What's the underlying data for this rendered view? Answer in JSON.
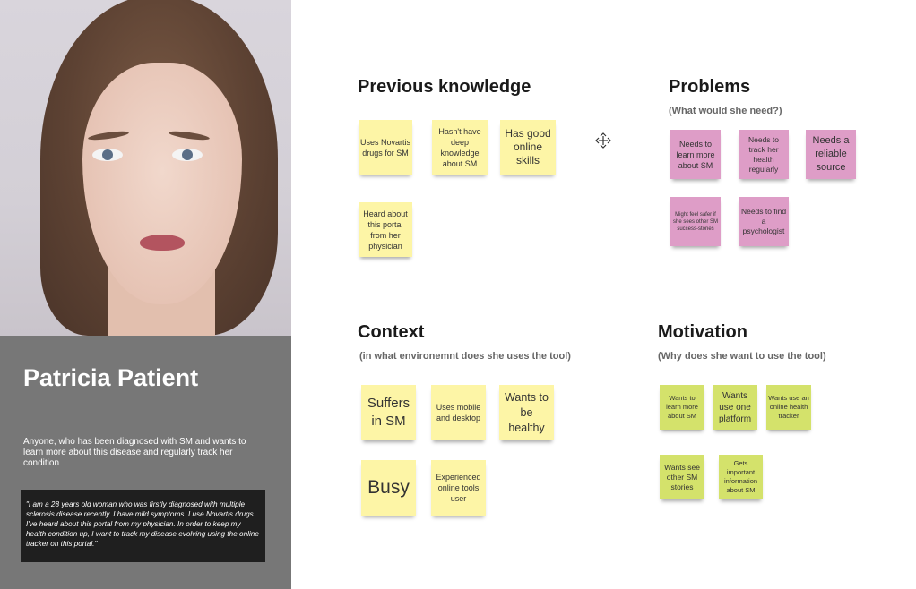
{
  "persona": {
    "name": "Patricia Patient",
    "description": "Anyone, who has been diagnosed with SM and wants to learn more about this disease and regularly track her condition",
    "quote": "\"I am a 28 years old woman who was firstly diagnosed with multiple sclerosis disease recently. I have mild symptoms. I use Novartis drugs. I've heard about this portal from my physician. In order to keep my health condition up, I want to track my disease evolving using the online tracker on this portal.\""
  },
  "sections": {
    "previous_knowledge": {
      "title": "Previous knowledge",
      "notes": [
        "Uses Novartis drugs for SM",
        "Hasn't have deep knowledge about SM",
        "Has good online skills",
        "Heard about this portal from her physician"
      ]
    },
    "problems": {
      "title": "Problems",
      "subtitle": "(What would she need?)",
      "notes": [
        "Needs to learn more about SM",
        "Needs to track her health regularly",
        "Needs a reliable source",
        "Might feel safer if she sees other SM success-stories",
        "Needs to find a psychologist"
      ]
    },
    "context": {
      "title": "Context",
      "subtitle": "(in what environemnt does she uses the tool)",
      "notes": [
        "Suffers in SM",
        "Uses mobile and desktop",
        "Wants to be healthy",
        "Busy",
        "Experienced online tools user"
      ]
    },
    "motivation": {
      "title": "Motivation",
      "subtitle": "(Why does she want to use the tool)",
      "notes": [
        "Wants to learn more about SM",
        "Wants use one platform",
        "Wants use an online health tracker",
        "Wants see other SM stories",
        "Gets important information about SM"
      ]
    }
  },
  "colors": {
    "yellow_note": "#fdf5a6",
    "pink_note": "#de9dc7",
    "green_note": "#d4e26b",
    "persona_panel": "#777777"
  },
  "icons": {
    "move_cursor": "move-icon"
  }
}
